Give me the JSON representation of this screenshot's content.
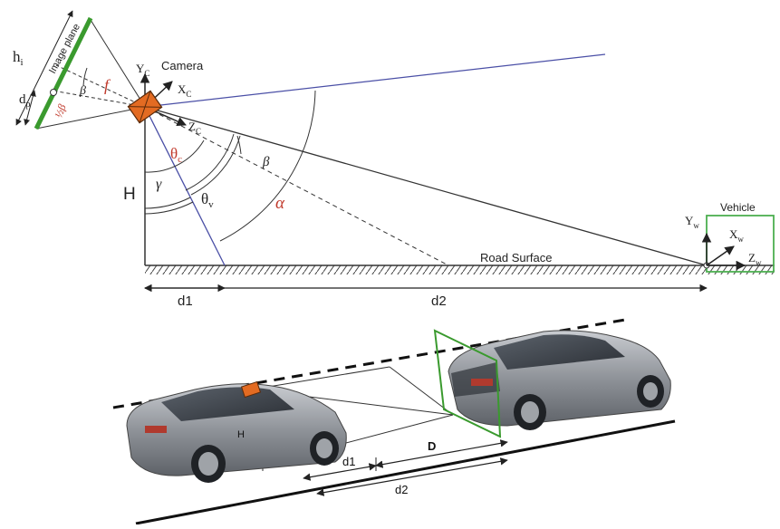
{
  "labels": {
    "hi": "h",
    "hi_sub": "i",
    "image_plane": "Image plane",
    "dp": "d",
    "dp_sub": "p",
    "beta_small": "β",
    "beta_half": "½β",
    "f": "f",
    "camera": "Camera",
    "yc": "Y",
    "yc_sub": "C",
    "xc": "X",
    "xc_sub": "C",
    "zc": "Z",
    "zc_sub": "C",
    "theta_c": "θ",
    "theta_c_sub": "c",
    "beta": "β",
    "gamma": "γ",
    "H": "H",
    "theta_v": "θ",
    "theta_v_sub": "v",
    "alpha": "α",
    "vehicle": "Vehicle",
    "yw": "Y",
    "yw_sub": "w",
    "xw": "X",
    "xw_sub": "w",
    "zw": "Z",
    "zw_sub": "w",
    "road_surface": "Road Surface",
    "d1": "d1",
    "d2": "d2",
    "scene_H": "H",
    "scene_d1": "d1",
    "scene_D": "D",
    "scene_d2": "d2"
  },
  "colors": {
    "line": "#2f2f3f",
    "ray": "#4a4fa6",
    "green": "#3a9a2e",
    "red": "#c0392b",
    "camera": "#e36b22",
    "car_body": "#8f9399",
    "car_dark": "#3c3f44",
    "vehicle_box": "#4caf50"
  }
}
